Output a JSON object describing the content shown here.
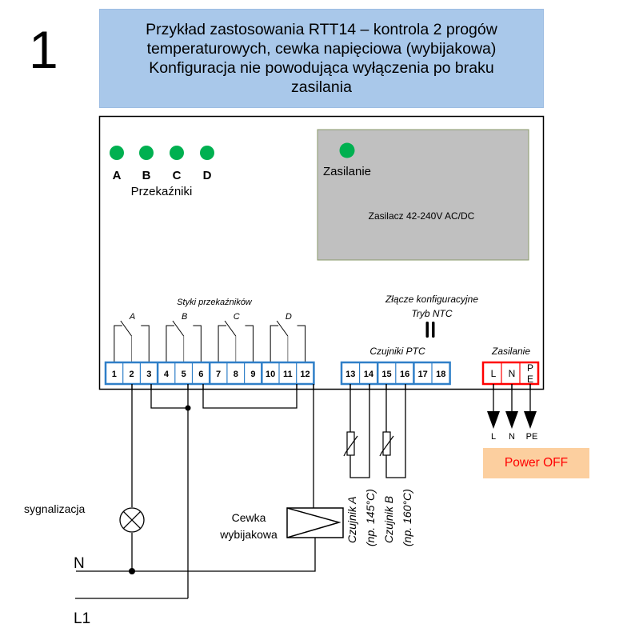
{
  "page_number": "1",
  "title": {
    "lines": [
      "Przykład zastosowania RTT14 – kontrola 2 progów",
      "temperaturowych, cewka napięciowa (wybijakowa)",
      "Konfiguracja nie powodująca wyłączenia po braku",
      "zasilania"
    ]
  },
  "device": {
    "relay_leds": {
      "labels": [
        "A",
        "B",
        "C",
        "D"
      ],
      "caption": "Przekaźniki",
      "color": "#00b050"
    },
    "power_supply": {
      "led_label": "Zasilanie",
      "led_color": "#00b050",
      "label": "Zasilacz 42-240V AC/DC",
      "fill": "#c0c0c0"
    },
    "relay_contacts": {
      "caption": "Styki przekaźników",
      "groups": [
        "A",
        "B",
        "C",
        "D"
      ]
    },
    "config_connector": {
      "caption_line1": "Złącze konfiguracyjne",
      "caption_line2": "Tryb NTC"
    },
    "terminals_relay": [
      "1",
      "2",
      "3",
      "4",
      "5",
      "6",
      "7",
      "8",
      "9",
      "10",
      "11",
      "12"
    ],
    "ptc": {
      "caption": "Czujniki PTC",
      "terminals": [
        "13",
        "14",
        "15",
        "16",
        "17",
        "18"
      ]
    },
    "supply": {
      "caption": "Zasilanie",
      "terminals": [
        "L",
        "N",
        "P",
        "E"
      ],
      "color": "#ff0000"
    },
    "terminal_color": "#2f7fc8"
  },
  "supply_arrows": [
    "L",
    "N",
    "PE"
  ],
  "power_status": "Power OFF",
  "wiring": {
    "lamp_label": "sygnalizacja",
    "coil_label_line1": "Cewka",
    "coil_label_line2": "wybijakowa",
    "line_n": "N",
    "line_l1": "L1",
    "sensor_a_line1": "Czujnik A",
    "sensor_a_line2": "(np. 145°C)",
    "sensor_b_line1": "Czujnik B",
    "sensor_b_line2": "(np. 160°C)"
  }
}
